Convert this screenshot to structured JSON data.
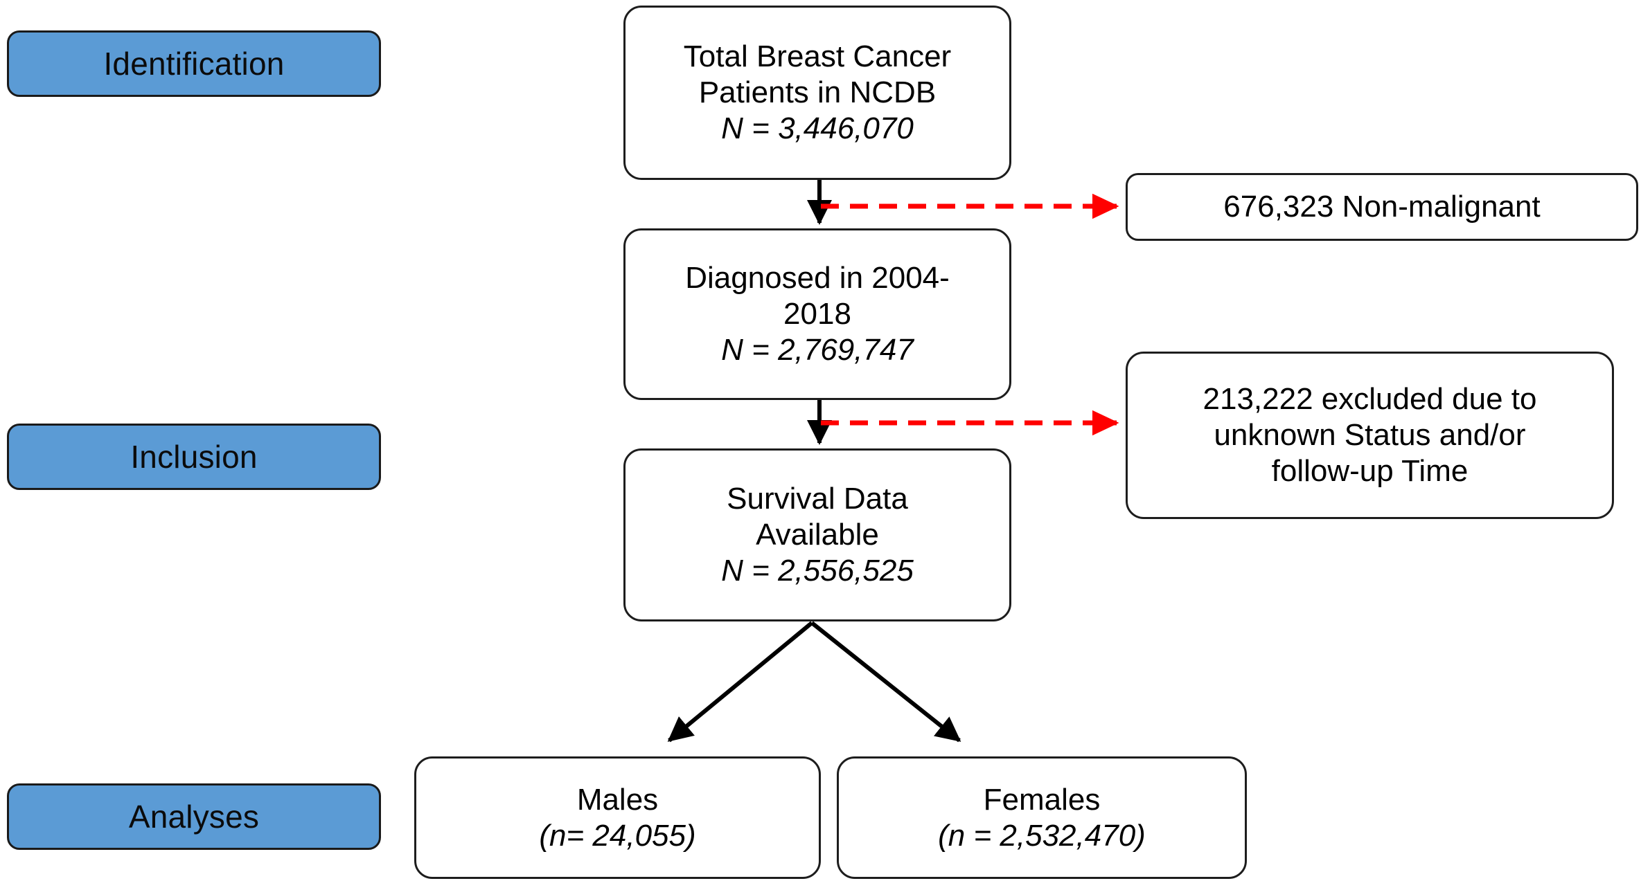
{
  "diagram": {
    "title": "Breast cancer cohort selection flow diagram",
    "colors": {
      "stage_fill": "#5B9BD5",
      "box_border": "#1d1d1d",
      "box_fill": "#ffffff",
      "exclusion_arrow": "#ff0000",
      "flow_arrow": "#000000",
      "text": "#000000"
    },
    "stages": [
      {
        "id": "identification",
        "label": "Identification"
      },
      {
        "id": "inclusion",
        "label": "Inclusion"
      },
      {
        "id": "analyses",
        "label": "Analyses"
      }
    ],
    "nodes": {
      "total": {
        "line1": "Total Breast Cancer",
        "line2": "Patients in NCDB",
        "line3": "N = 3,446,070"
      },
      "diagnosed": {
        "line1": "Diagnosed in 2004-",
        "line2": "2018",
        "line3": "N = 2,769,747"
      },
      "survival": {
        "line1": "Survival Data",
        "line2": "Available",
        "line3": "N = 2,556,525"
      },
      "males": {
        "line1": "Males",
        "line2": "(n= 24,055)"
      },
      "females": {
        "line1": "Females",
        "line2": "(n = 2,532,470)"
      }
    },
    "exclusions": {
      "nonmalignant": {
        "line1": "676,323 Non-malignant"
      },
      "unknown_status": {
        "line1": "213,222 excluded due to",
        "line2": "unknown Status and/or",
        "line3": "follow-up Time"
      }
    }
  }
}
